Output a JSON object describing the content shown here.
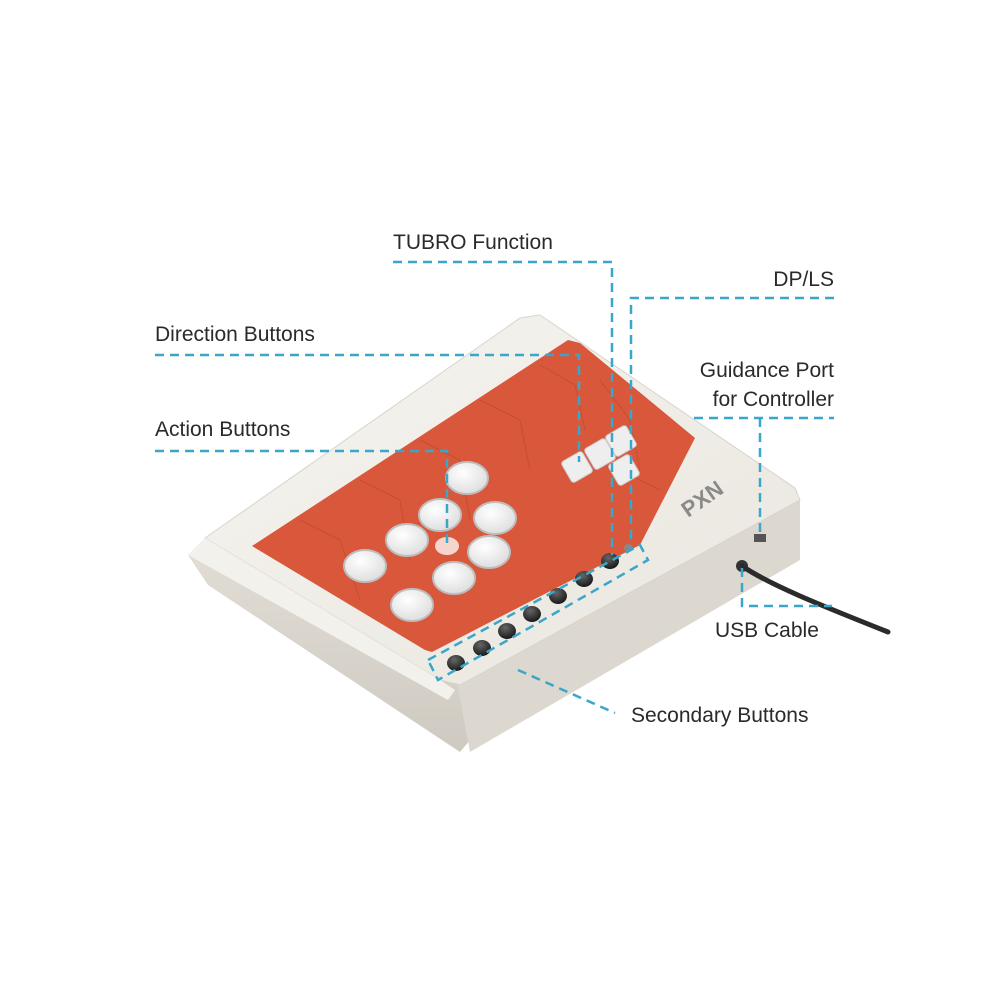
{
  "diagram": {
    "subject": "Arcade fight stick controller (orange top, white body)",
    "brand_logo": "PXN",
    "accent_color": "#3aa6c9",
    "top_panel_color": "#d9573b",
    "body_color": "#efece6",
    "callouts": [
      {
        "id": "tubro",
        "label": "TUBRO Function"
      },
      {
        "id": "dpls",
        "label": "DP/LS"
      },
      {
        "id": "direction",
        "label": "Direction Buttons"
      },
      {
        "id": "guidance",
        "label_line1": "Guidance Port",
        "label_line2": "for Controller"
      },
      {
        "id": "action",
        "label": "Action Buttons"
      },
      {
        "id": "usb",
        "label": "USB Cable"
      },
      {
        "id": "secondary",
        "label": "Secondary Buttons"
      }
    ]
  }
}
